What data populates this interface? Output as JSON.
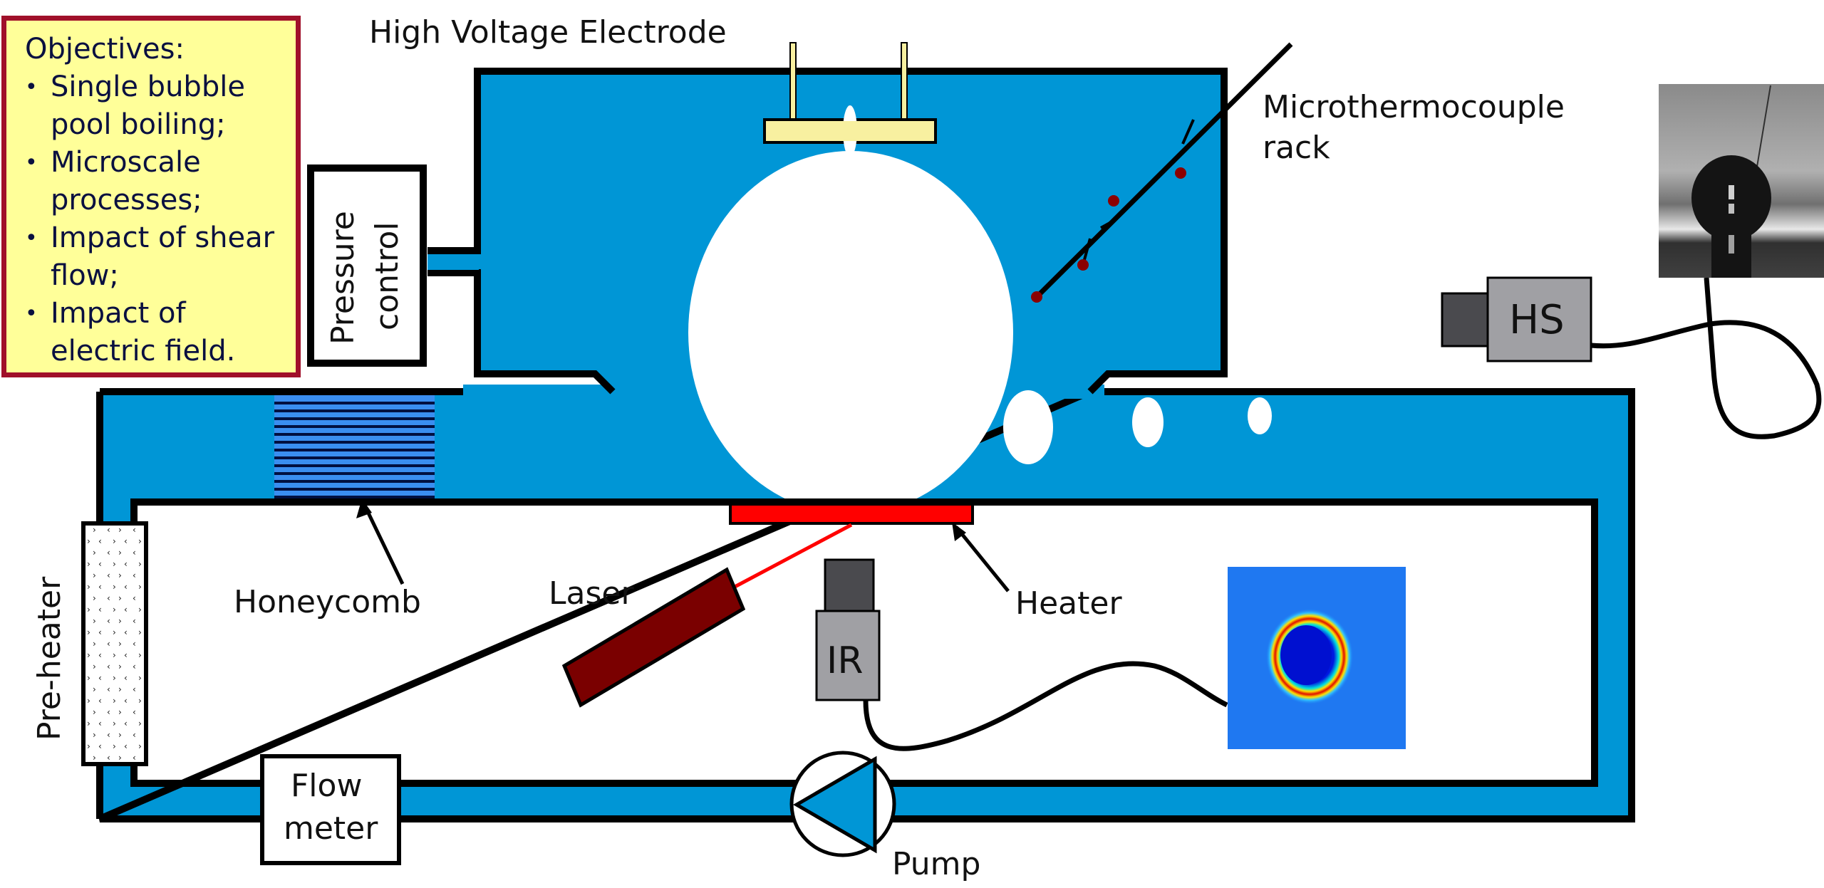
{
  "objectives": {
    "title": "Objectives:",
    "items": [
      "Single bubble pool boiling;",
      "Microscale processes;",
      "Impact of shear flow;",
      "Impact of electric field."
    ]
  },
  "labels": {
    "high_voltage_electrode": "High Voltage Electrode",
    "microthermocouple_line1": "Microthermocouple",
    "microthermocouple_line2": "rack",
    "pressure_line1": "Pressure",
    "pressure_line2": "control",
    "hs_camera": "HS",
    "honeycomb": "Honeycomb",
    "laser": "Laser",
    "heater": "Heater",
    "ir_camera": "IR",
    "pre_heater": "Pre-heater",
    "flow_line1": "Flow",
    "flow_line2": "meter",
    "pump": "Pump"
  },
  "colors": {
    "liquid": "#0096d6",
    "objectives_bg": "#ffff99",
    "objectives_border": "#a0102a",
    "electrode": "#f8f0a0",
    "heater": "#ff0000",
    "laser_body": "#7a0000",
    "camera_body": "#a0a0a4",
    "camera_lens": "#4a4a4e",
    "thermocouple_bead": "#8b0000",
    "honeycomb": "#3a8ef0"
  }
}
